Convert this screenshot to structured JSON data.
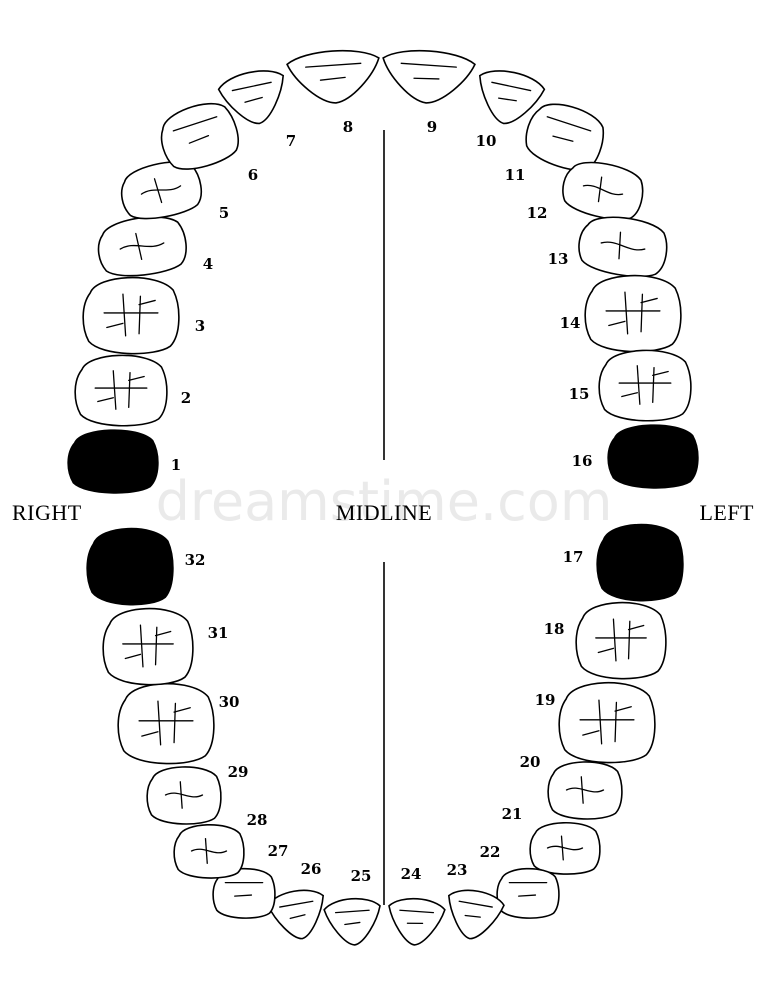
{
  "labels": {
    "right": "RIGHT",
    "midline": "MIDLINE",
    "left": "LEFT"
  },
  "watermark": "dreamstime.com",
  "teeth": [
    {
      "number": "1",
      "status": "missing"
    },
    {
      "number": "2",
      "status": "present"
    },
    {
      "number": "3",
      "status": "present"
    },
    {
      "number": "4",
      "status": "present"
    },
    {
      "number": "5",
      "status": "present"
    },
    {
      "number": "6",
      "status": "present"
    },
    {
      "number": "7",
      "status": "present"
    },
    {
      "number": "8",
      "status": "present"
    },
    {
      "number": "9",
      "status": "present"
    },
    {
      "number": "10",
      "status": "present"
    },
    {
      "number": "11",
      "status": "present"
    },
    {
      "number": "12",
      "status": "present"
    },
    {
      "number": "13",
      "status": "present"
    },
    {
      "number": "14",
      "status": "present"
    },
    {
      "number": "15",
      "status": "present"
    },
    {
      "number": "16",
      "status": "missing"
    },
    {
      "number": "17",
      "status": "missing"
    },
    {
      "number": "18",
      "status": "present"
    },
    {
      "number": "19",
      "status": "present"
    },
    {
      "number": "20",
      "status": "present"
    },
    {
      "number": "21",
      "status": "present"
    },
    {
      "number": "22",
      "status": "present"
    },
    {
      "number": "23",
      "status": "present"
    },
    {
      "number": "24",
      "status": "present"
    },
    {
      "number": "25",
      "status": "present"
    },
    {
      "number": "26",
      "status": "present"
    },
    {
      "number": "27",
      "status": "present"
    },
    {
      "number": "28",
      "status": "present"
    },
    {
      "number": "29",
      "status": "present"
    },
    {
      "number": "30",
      "status": "present"
    },
    {
      "number": "31",
      "status": "present"
    },
    {
      "number": "32",
      "status": "missing"
    }
  ],
  "colors": {
    "outline": "#000000",
    "missing_fill": "#000000",
    "present_fill": "#ffffff"
  }
}
